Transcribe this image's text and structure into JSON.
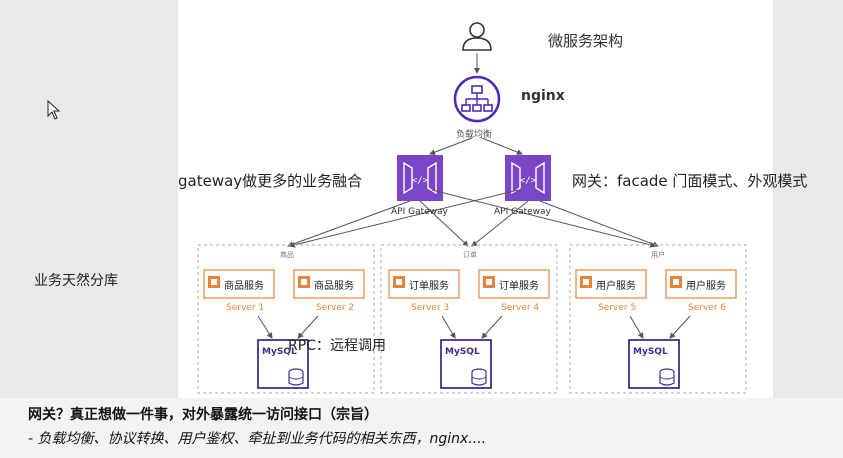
{
  "diagram": {
    "title": "微服务架构",
    "nginx_label": "nginx",
    "load_balance_label": "负载均衡",
    "gateway_note_left": "gateway做更多的业务融合",
    "gateway_note_right": "网关：facade 门面模式、外观模式",
    "api_gateways": [
      {
        "label": "API Gateway"
      },
      {
        "label": "API Gateway"
      }
    ],
    "service_groups": [
      {
        "group_label": "商品",
        "services": [
          {
            "name": "商品服务",
            "server": "Server 1"
          },
          {
            "name": "商品服务",
            "server": "Server 2"
          }
        ],
        "db_label": "MySQL"
      },
      {
        "group_label": "订单",
        "services": [
          {
            "name": "订单服务",
            "server": "Server 3"
          },
          {
            "name": "订单服务",
            "server": "Server 4"
          }
        ],
        "db_label": "MySQL"
      },
      {
        "group_label": "用户",
        "services": [
          {
            "name": "用户服务",
            "server": "Server 5"
          },
          {
            "name": "用户服务",
            "server": "Server 6"
          }
        ],
        "db_label": "MySQL"
      }
    ],
    "db_sharding_note": "业务天然分库",
    "rpc_note": "RPC：远程调用"
  },
  "notes": {
    "line1": "网关？真正想做一件事，对外暴露统一访问接口（宗旨）",
    "line2": "- 负载均衡、协议转换、用户鉴权、牵扯到业务代码的相关东西，nginx...."
  },
  "colors": {
    "gateway_purple": "#7b45c8",
    "nginx_purple": "#4b2bb8",
    "service_orange": "#e8833a",
    "mysql_purple": "#3c2f8f"
  },
  "icons": {
    "user": "user-icon",
    "nginx": "load-balancer-icon",
    "gateway": "api-gateway-icon",
    "service": "service-icon",
    "database": "mysql-database-icon",
    "cursor": "mouse-cursor-icon"
  }
}
